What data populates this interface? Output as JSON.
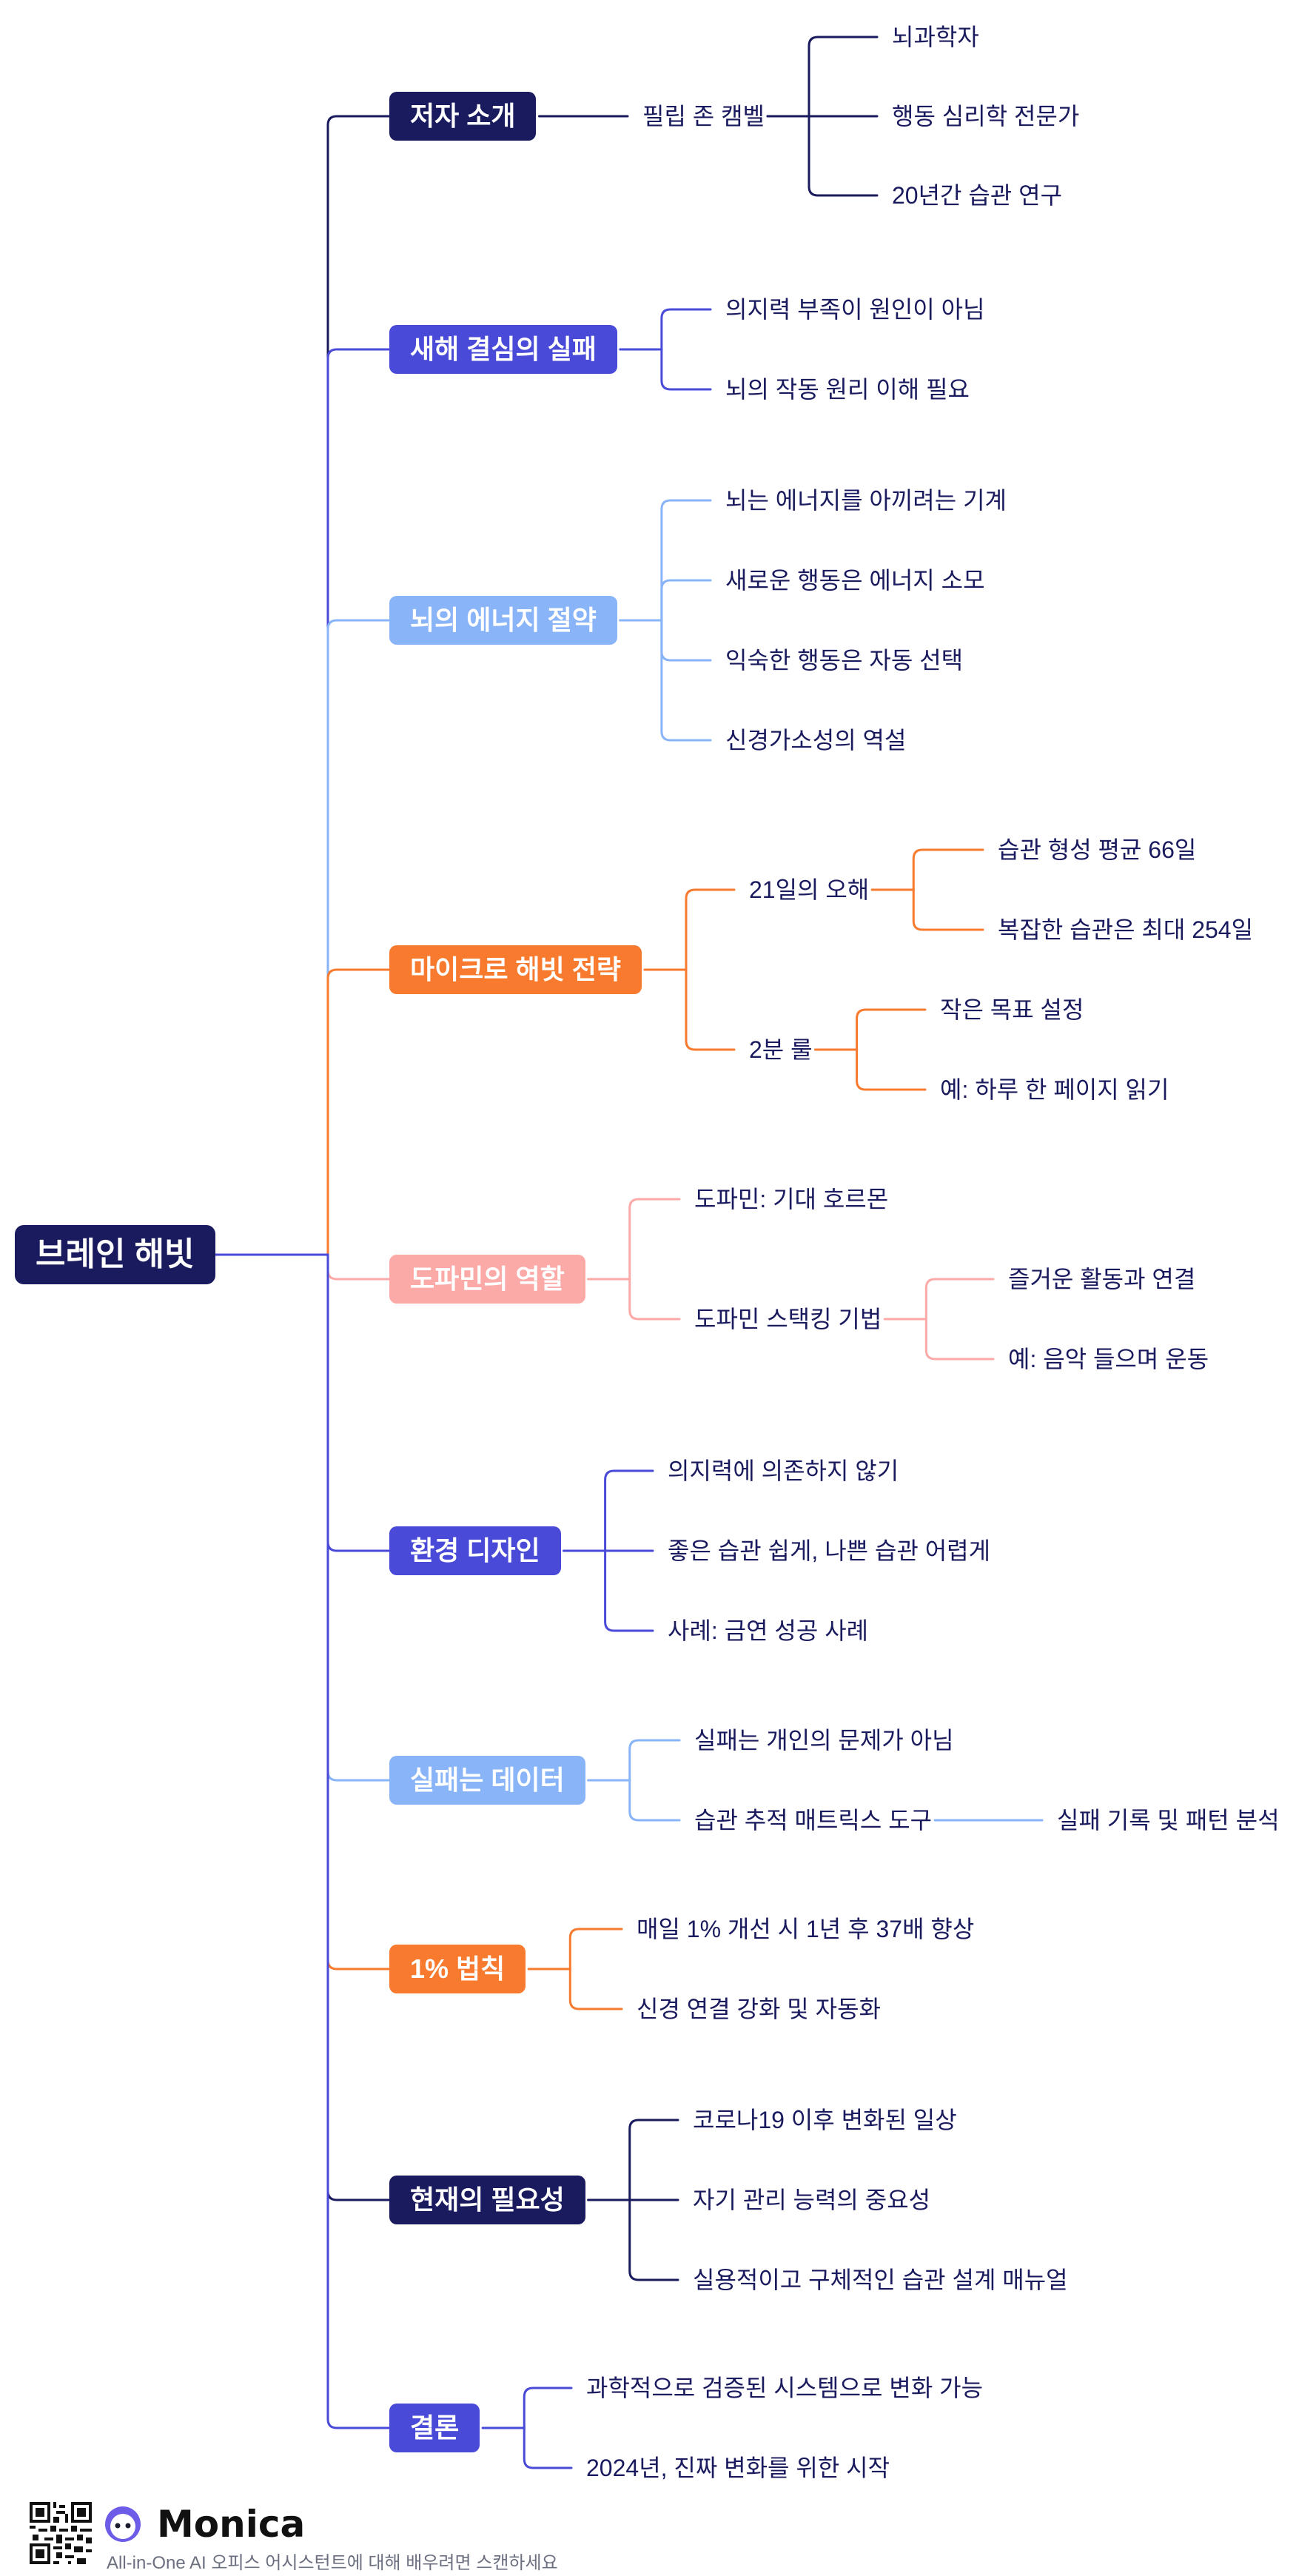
{
  "root": {
    "label": "브레인 해빗",
    "color": "#1a1a5e"
  },
  "branches": [
    {
      "label": "저자 소개",
      "color": "#1a1a5e",
      "children": [
        {
          "label": "필립 존 캠벨",
          "children": [
            {
              "label": "뇌과학자"
            },
            {
              "label": "행동 심리학 전문가"
            },
            {
              "label": "20년간 습관 연구"
            }
          ]
        }
      ]
    },
    {
      "label": "새해 결심의 실패",
      "color": "#4a4ad8",
      "children": [
        {
          "label": "의지력 부족이 원인이 아님"
        },
        {
          "label": "뇌의 작동 원리 이해 필요"
        }
      ]
    },
    {
      "label": "뇌의 에너지 절약",
      "color": "#8ab4f8",
      "children": [
        {
          "label": "뇌는 에너지를 아끼려는 기계"
        },
        {
          "label": "새로운 행동은 에너지 소모"
        },
        {
          "label": "익숙한 행동은 자동 선택"
        },
        {
          "label": "신경가소성의 역설"
        }
      ]
    },
    {
      "label": "마이크로 해빗 전략",
      "color": "#f77a2e",
      "children": [
        {
          "label": "21일의 오해",
          "children": [
            {
              "label": "습관 형성 평균 66일"
            },
            {
              "label": "복잡한 습관은 최대 254일"
            }
          ]
        },
        {
          "label": "2분 룰",
          "children": [
            {
              "label": "작은 목표 설정"
            },
            {
              "label": "예: 하루 한 페이지 읽기"
            }
          ]
        }
      ]
    },
    {
      "label": "도파민의 역할",
      "color": "#fbaaa8",
      "children": [
        {
          "label": "도파민: 기대 호르몬"
        },
        {
          "label": "도파민 스택킹 기법",
          "children": [
            {
              "label": "즐거운 활동과 연결"
            },
            {
              "label": "예: 음악 들으며 운동"
            }
          ]
        }
      ]
    },
    {
      "label": "환경 디자인",
      "color": "#4a4ad8",
      "children": [
        {
          "label": "의지력에 의존하지 않기"
        },
        {
          "label": "좋은 습관 쉽게, 나쁜 습관 어렵게"
        },
        {
          "label": "사례: 금연 성공 사례"
        }
      ]
    },
    {
      "label": "실패는 데이터",
      "color": "#8ab4f8",
      "children": [
        {
          "label": "실패는 개인의 문제가 아님"
        },
        {
          "label": "습관 추적 매트릭스 도구",
          "children": [
            {
              "label": "실패 기록 및 패턴 분석"
            }
          ]
        }
      ]
    },
    {
      "label": "1% 법칙",
      "color": "#f77a2e",
      "children": [
        {
          "label": "매일 1% 개선 시 1년 후 37배 향상"
        },
        {
          "label": "신경 연결 강화 및 자동화"
        }
      ]
    },
    {
      "label": "현재의 필요성",
      "color": "#1a1a5e",
      "children": [
        {
          "label": "코로나19 이후 변화된 일상"
        },
        {
          "label": "자기 관리 능력의 중요성"
        },
        {
          "label": "실용적이고 구체적인 습관 설계 매뉴얼"
        }
      ]
    },
    {
      "label": "결론",
      "color": "#4a4ad8",
      "children": [
        {
          "label": "과학적으로 검증된 시스템으로 변화 가능"
        },
        {
          "label": "2024년, 진짜 변화를 위한 시작"
        }
      ]
    }
  ],
  "footer": {
    "brand": "Monica",
    "tagline": "All-in-One AI 오피스 어시스턴트에 대해 배우려면 스캔하세요",
    "accent": "#6c5ce7"
  }
}
